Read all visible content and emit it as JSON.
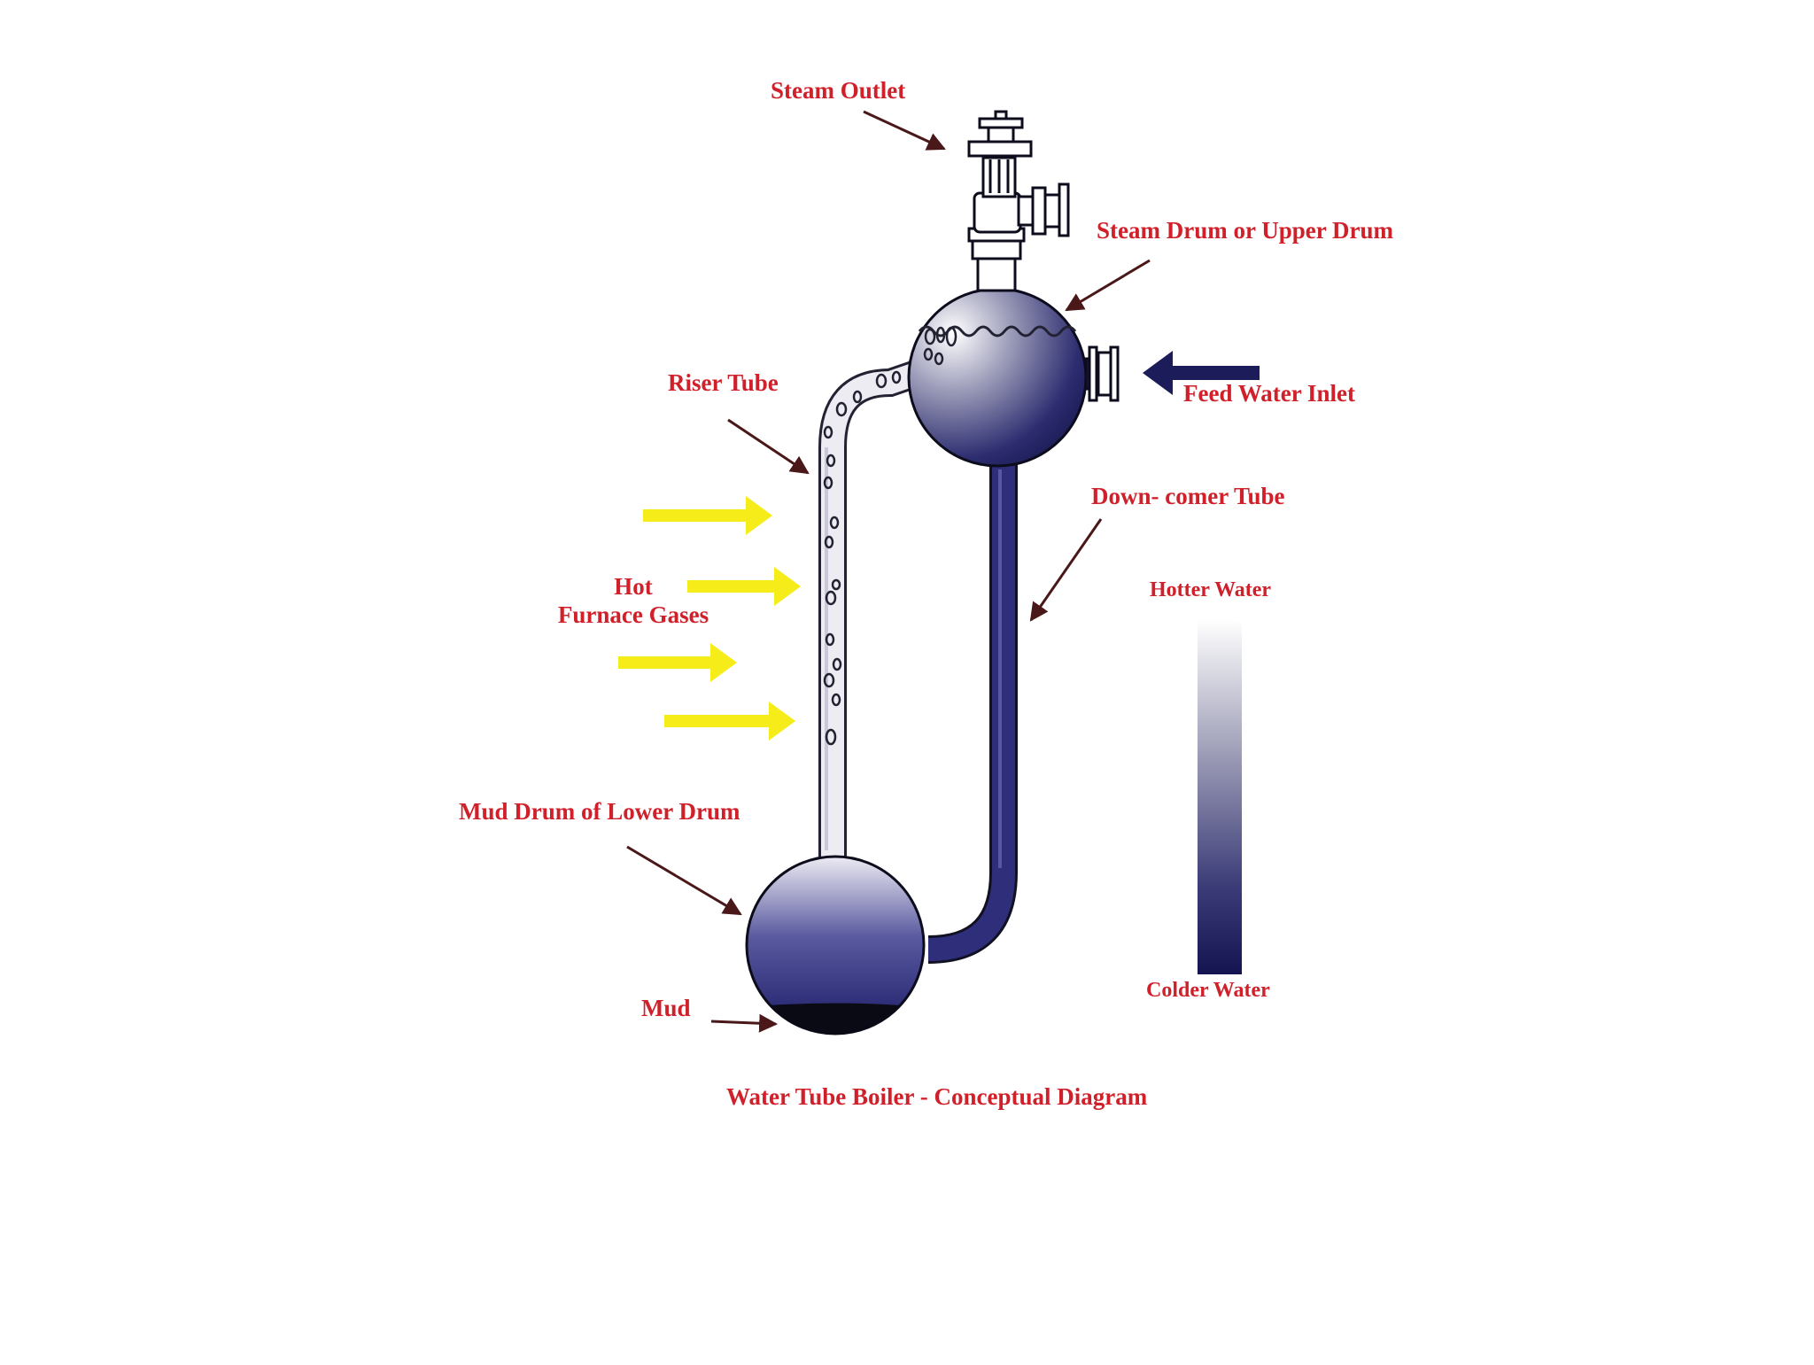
{
  "colors": {
    "label": "#d0202a",
    "water_dark": "#1a1a5e",
    "water_light": "#e8e8f0",
    "heat_arrow": "#f5ec1a",
    "feed_arrow": "#1c1c5a",
    "pointer": "#4a1818"
  },
  "labels": {
    "steam_outlet": "Steam Outlet",
    "steam_drum": "Steam Drum or Upper Drum",
    "feed_water_inlet": "Feed Water Inlet",
    "riser_tube": "Riser Tube",
    "down_comer_tube": "Down- comer Tube",
    "hot_line1": "Hot",
    "hot_line2": "Furnace Gases",
    "mud_drum": "Mud Drum of Lower Drum",
    "mud": "Mud",
    "hotter_water": "Hotter Water",
    "colder_water": "Colder Water",
    "caption": "Water Tube Boiler - Conceptual Diagram"
  }
}
